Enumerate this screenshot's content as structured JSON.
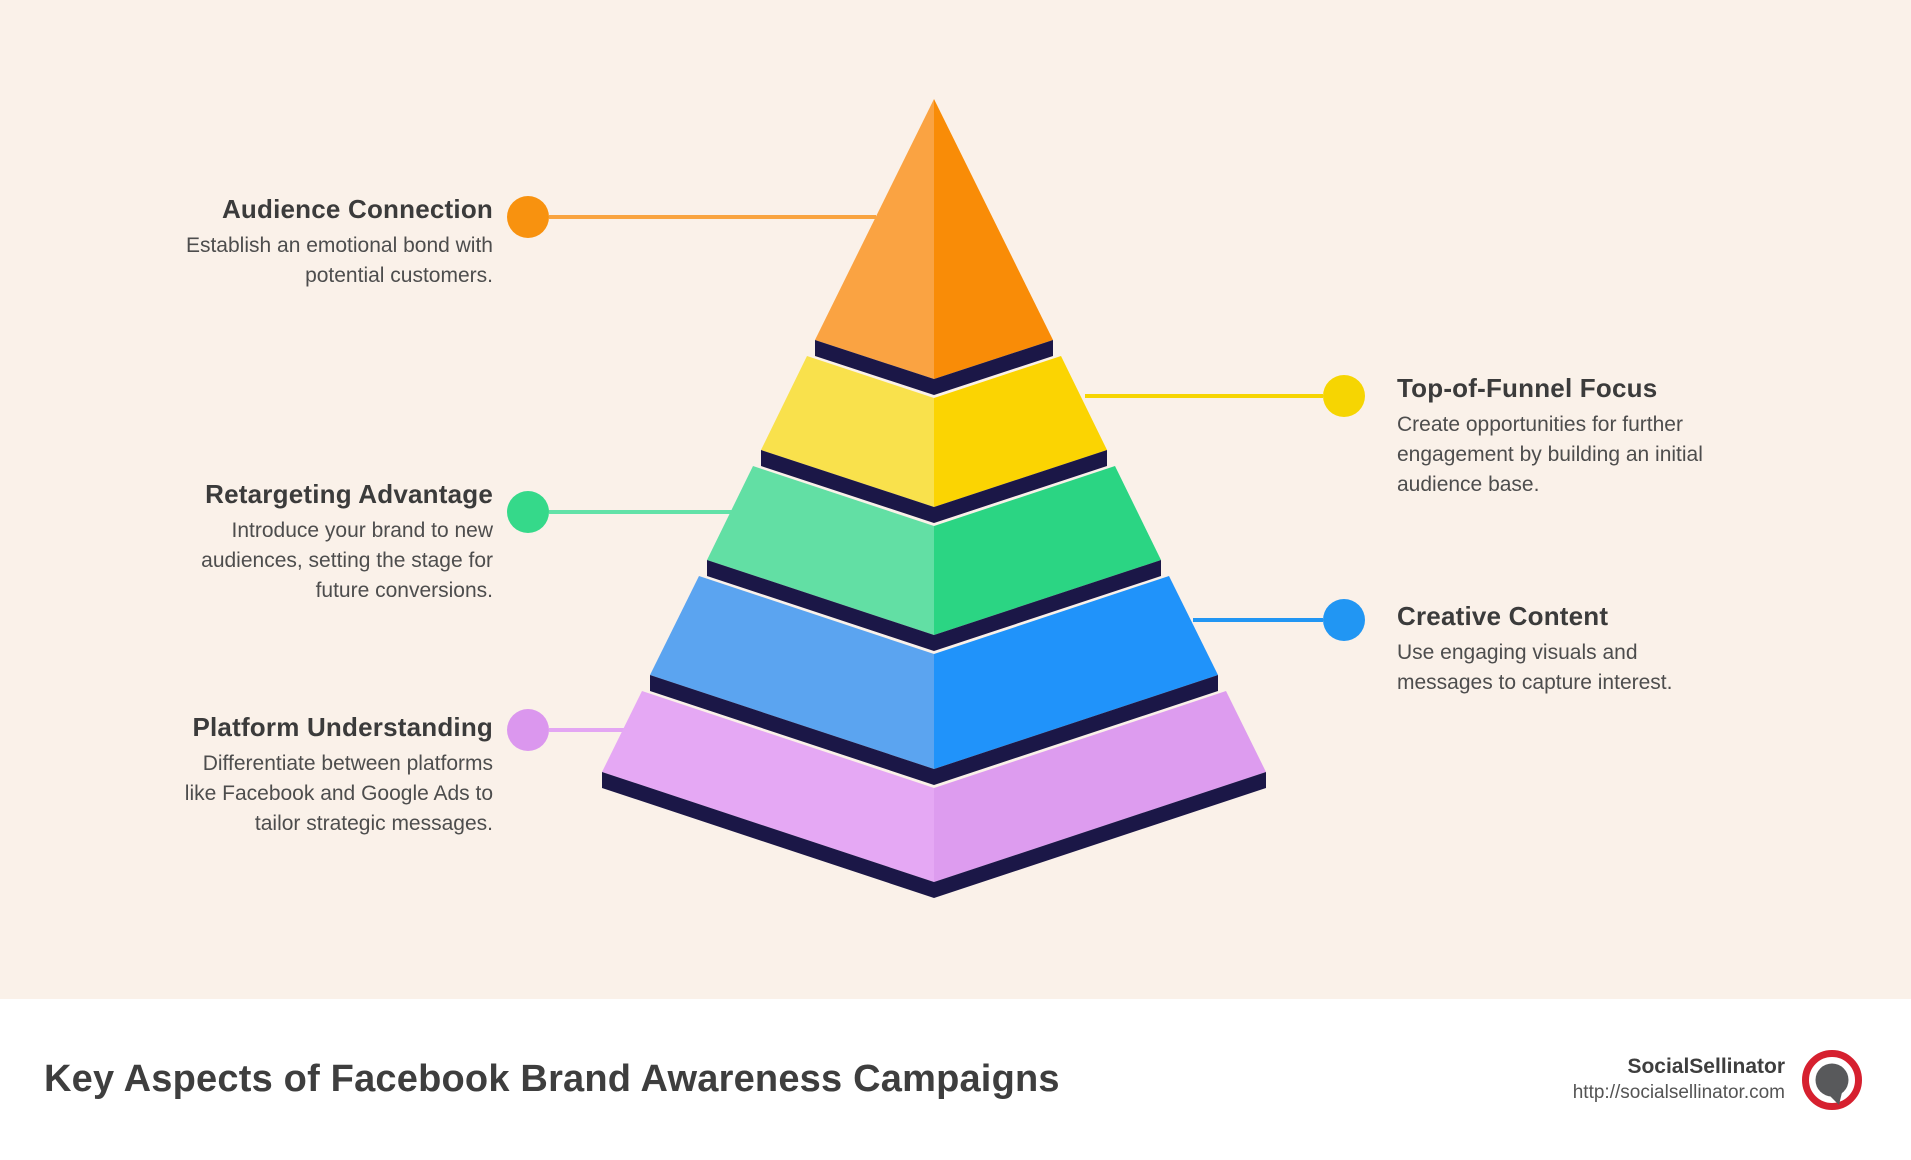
{
  "canvas": {
    "background": "#FAF1E9"
  },
  "pyramid": {
    "edge_color": "#1B1747",
    "levels": [
      {
        "title": "Audience Connection",
        "desc": "Establish an emotional bond with\npotential customers.",
        "side": "left",
        "face_left": "#FAA342",
        "face_right": "#F98C07",
        "dot_color": "#F8920F",
        "line_color": "#F9A440"
      },
      {
        "title": "Top-of-Funnel Focus",
        "desc": "Create opportunities for further\nengagement by building an initial\naudience base.",
        "side": "right",
        "face_left": "#F9E14C",
        "face_right": "#FBD402",
        "dot_color": "#F6D502",
        "line_color": "#F6D502"
      },
      {
        "title": "Retargeting Advantage",
        "desc": "Introduce your brand to new\naudiences, setting the stage for\nfuture conversions.",
        "side": "left",
        "face_left": "#62DFA4",
        "face_right": "#2BD583",
        "dot_color": "#35D98A",
        "line_color": "#62E2A8"
      },
      {
        "title": "Creative Content",
        "desc": "Use engaging visuals and\nmessages to capture interest.",
        "side": "right",
        "face_left": "#5BA4F0",
        "face_right": "#2093FA",
        "dot_color": "#2196F3",
        "line_color": "#2196F3"
      },
      {
        "title": "Platform Understanding",
        "desc": "Differentiate between platforms\nlike Facebook and Google Ads to\ntailor strategic messages.",
        "side": "left",
        "face_left": "#E5A8F4",
        "face_right": "#DD9CEF",
        "dot_color": "#DB97EE",
        "line_color": "#E3A6F3"
      }
    ]
  },
  "footer": {
    "title": "Key Aspects of Facebook Brand Awareness Campaigns",
    "brand_name": "SocialSellinator",
    "brand_url": "http://socialsellinator.com",
    "background": "#FFFFFF",
    "logo_ring_color": "#D6202F",
    "logo_bubble_color": "#58595B"
  }
}
